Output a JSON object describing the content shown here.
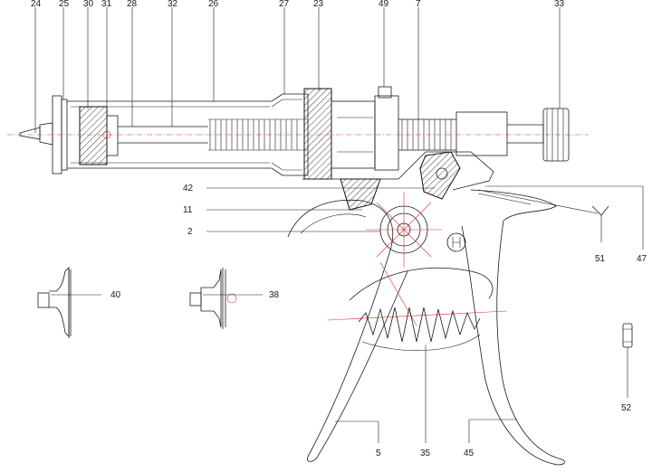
{
  "labels_top": [
    "24",
    "25",
    "30",
    "31",
    "28",
    "32",
    "26",
    "27",
    "23",
    "49",
    "7",
    "33"
  ],
  "labels_left": [
    "42",
    "11",
    "2"
  ],
  "labels_parts": [
    "40",
    "38",
    "51",
    "47",
    "52",
    "5",
    "35",
    "45"
  ],
  "colors": {
    "line": "#1a1a1a",
    "centerline": "#e0302a",
    "background": "#ffffff"
  }
}
